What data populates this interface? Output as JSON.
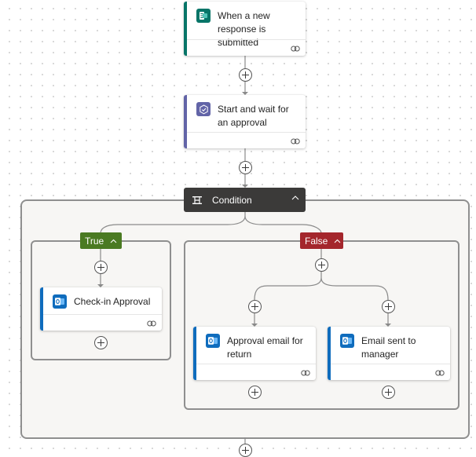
{
  "trigger": {
    "title": "When a new response is submitted",
    "icon": "forms-icon",
    "accent": "#077568"
  },
  "approval_action": {
    "title": "Start and wait for an approval",
    "icon": "approvals-icon",
    "accent": "#6264a7"
  },
  "condition": {
    "label": "Condition",
    "icon": "condition-icon",
    "bar_color": "#3b3a39"
  },
  "branches": {
    "true_label": "True",
    "true_color": "#4a7a22",
    "false_label": "False",
    "false_color": "#a4262c"
  },
  "true_actions": [
    {
      "title": "Check-in Approval",
      "icon": "outlook-icon"
    }
  ],
  "false_actions": [
    {
      "title": "Approval email for return",
      "icon": "outlook-icon"
    },
    {
      "title": "Email sent to manager",
      "icon": "outlook-icon"
    }
  ],
  "colors": {
    "outlook_accent": "#0f6cbd",
    "connector": "#8a8a8a"
  }
}
